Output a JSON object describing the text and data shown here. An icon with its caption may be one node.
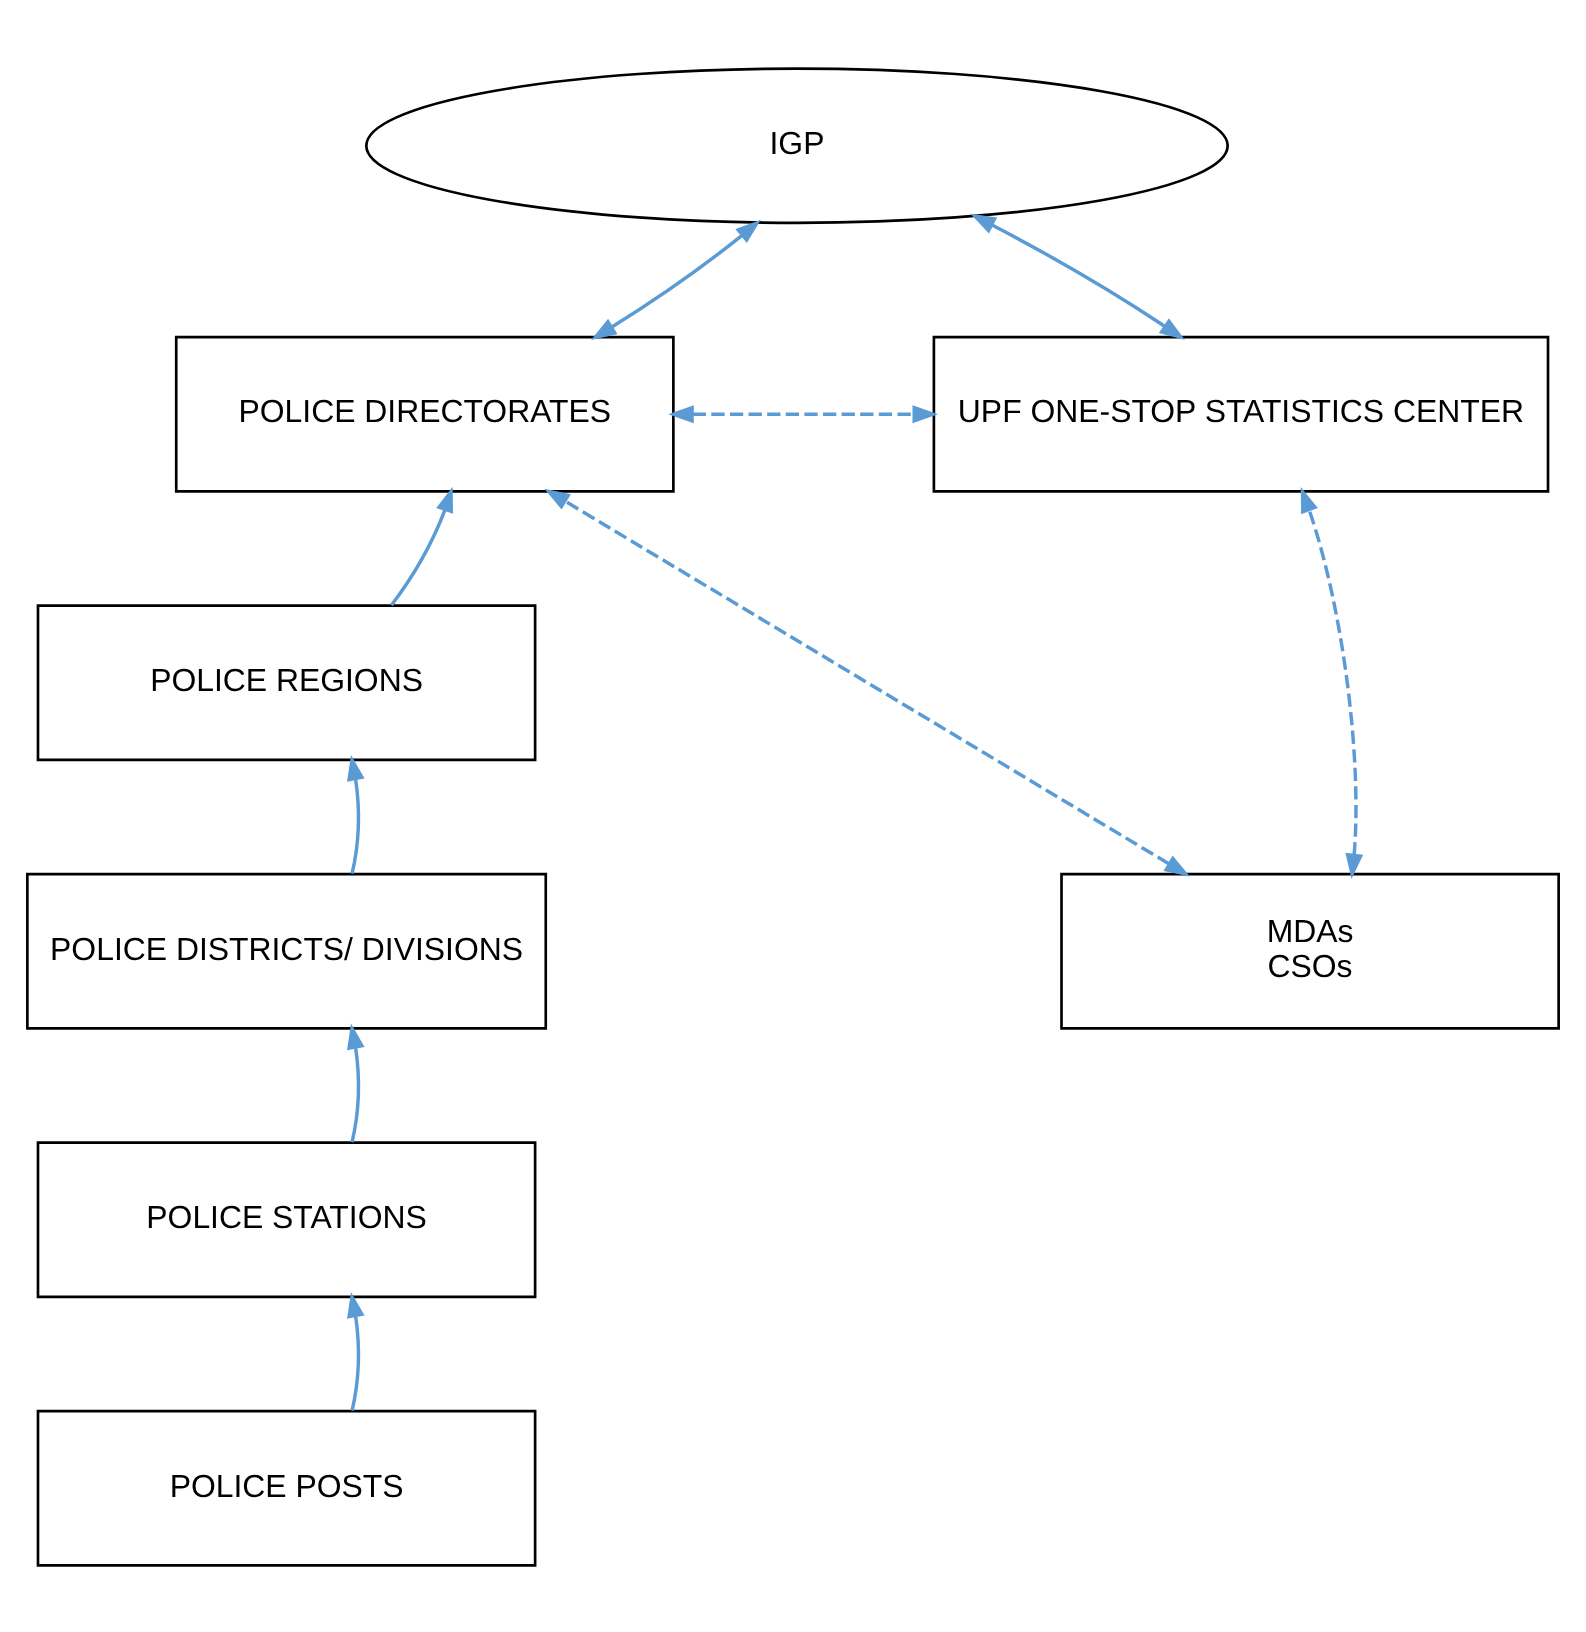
{
  "diagram": {
    "nodes": [
      {
        "text": [
          "IGP"
        ]
      },
      {
        "text": [
          "POLICE DIRECTORATES"
        ]
      },
      {
        "text": [
          "UPF ONE-STOP STATISTICS CENTER"
        ]
      },
      {
        "text": [
          "POLICE REGIONS"
        ]
      },
      {
        "text": [
          "POLICE DISTRICTS/ DIVISIONS"
        ]
      },
      {
        "text": [
          "MDAs",
          "CSOs"
        ]
      },
      {
        "text": [
          "POLICE STATIONS"
        ]
      },
      {
        "text": [
          "POLICE POSTS"
        ]
      }
    ],
    "edges": [
      {
        "from": 0,
        "to": 1,
        "arrow": "both"
      },
      {
        "from": 0,
        "to": 2,
        "arrow": "both"
      },
      {
        "from": 1,
        "to": 2,
        "arrow": "both",
        "style": "dashed"
      },
      {
        "from": 5,
        "to": 1,
        "arrow": "both",
        "style": "dashed"
      },
      {
        "from": 5,
        "to": 2,
        "arrow": "both",
        "style": "dashed"
      },
      {
        "from": 3,
        "to": 1,
        "arrow": "to"
      },
      {
        "from": 4,
        "to": 3,
        "arrow": "to"
      },
      {
        "from": 6,
        "to": 4,
        "arrow": "to"
      },
      {
        "from": 7,
        "to": 6,
        "arrow": "to"
      }
    ]
  }
}
